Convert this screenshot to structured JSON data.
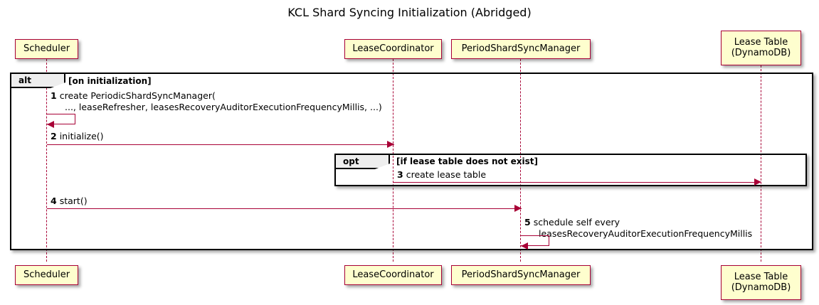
{
  "diagram": {
    "title": "KCL Shard Syncing Initialization (Abridged)",
    "type": "sequence-diagram",
    "colors": {
      "participant_fill": "#FEFECE",
      "participant_border": "#A80036",
      "arrow": "#A80036",
      "frame_border": "#000000",
      "frame_label_fill": "#EEEEEE",
      "background": "#FFFFFF"
    }
  },
  "participants": [
    {
      "id": "scheduler",
      "label": "Scheduler",
      "label_line1": "Scheduler",
      "label_line2": ""
    },
    {
      "id": "lease-coordinator",
      "label": "LeaseCoordinator",
      "label_line1": "LeaseCoordinator",
      "label_line2": ""
    },
    {
      "id": "period-shard-sync-manager",
      "label": "PeriodShardSyncManager",
      "label_line1": "PeriodShardSyncManager",
      "label_line2": ""
    },
    {
      "id": "lease-table",
      "label": "Lease Table (DynamoDB)",
      "label_line1": "Lease Table",
      "label_line2": "(DynamoDB)"
    }
  ],
  "fragments": [
    {
      "id": "alt",
      "keyword": "alt",
      "condition": "[on initialization]"
    },
    {
      "id": "opt",
      "keyword": "opt",
      "condition": "[if lease table does not exist]"
    }
  ],
  "messages": [
    {
      "number": "1",
      "from": "scheduler",
      "to": "scheduler",
      "kind": "self",
      "text_line1": "create PeriodicShardSyncManager(",
      "text_line2": "..., leaseRefresher, leasesRecoveryAuditorExecutionFrequencyMillis, ...)"
    },
    {
      "number": "2",
      "from": "scheduler",
      "to": "lease-coordinator",
      "kind": "sync",
      "text_line1": "initialize()",
      "text_line2": ""
    },
    {
      "number": "3",
      "from": "lease-coordinator",
      "to": "lease-table",
      "kind": "sync",
      "text_line1": "create lease table",
      "text_line2": ""
    },
    {
      "number": "4",
      "from": "scheduler",
      "to": "period-shard-sync-manager",
      "kind": "sync",
      "text_line1": "start()",
      "text_line2": ""
    },
    {
      "number": "5",
      "from": "period-shard-sync-manager",
      "to": "period-shard-sync-manager",
      "kind": "self",
      "text_line1": "schedule self every",
      "text_line2": "leasesRecoveryAuditorExecutionFrequencyMillis"
    }
  ]
}
